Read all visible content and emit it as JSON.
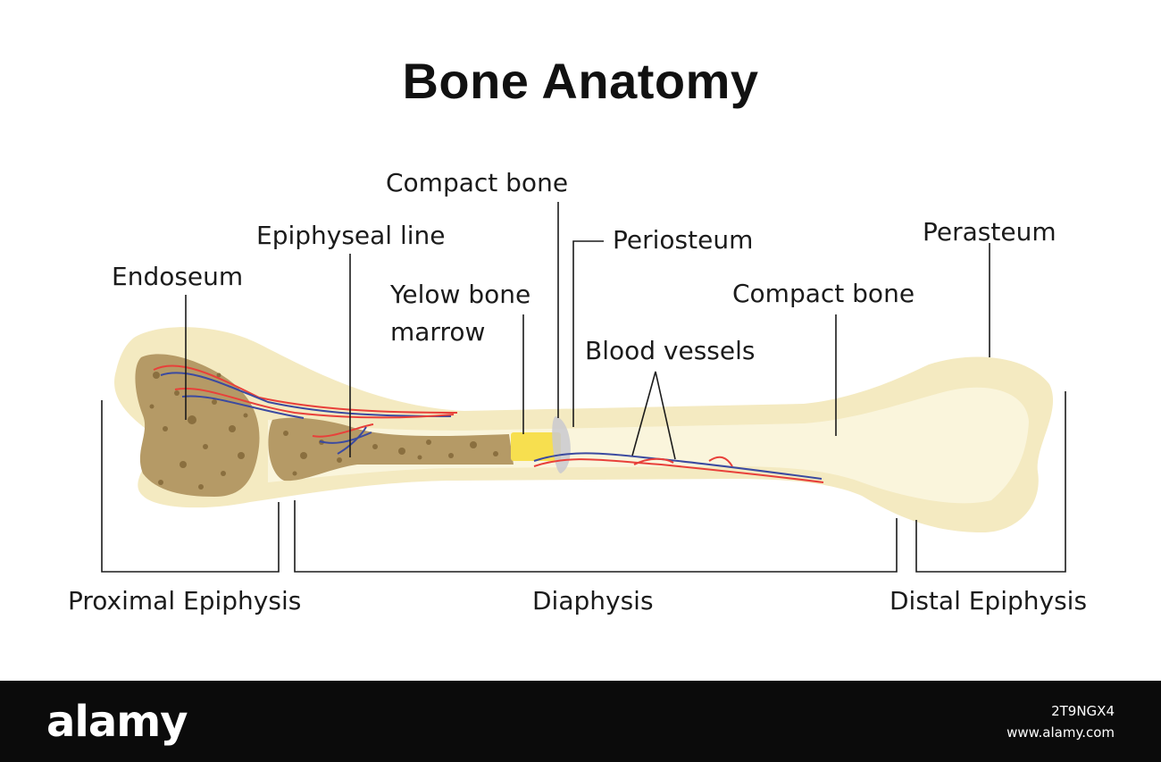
{
  "title": "Bone Anatomy",
  "labels": {
    "compact_bone_top": "Compact bone",
    "epiphyseal_line": "Epiphyseal line",
    "periosteum": "Periosteum",
    "perasteum": "Perasteum",
    "endoseum": "Endoseum",
    "yellow_bone_marrow": "Yelow bone marrow",
    "compact_bone_right": "Compact bone",
    "blood_vessels": "Blood vessels"
  },
  "regions": {
    "proximal": "Proximal Epiphysis",
    "diaphysis": "Diaphysis",
    "distal": "Distal Epiphysis"
  },
  "colors": {
    "bone_outer": "#f4eac1",
    "bone_inner": "#faf5dc",
    "spongy": "#b59a66",
    "marrow": "#f7df4f",
    "artery": "#e8403a",
    "vein": "#3b4aa0",
    "periosteum_cap": "#c9c9cf"
  },
  "footer": {
    "brand": "alamy",
    "image_id": "2T9NGX4",
    "site": "www.alamy.com"
  }
}
